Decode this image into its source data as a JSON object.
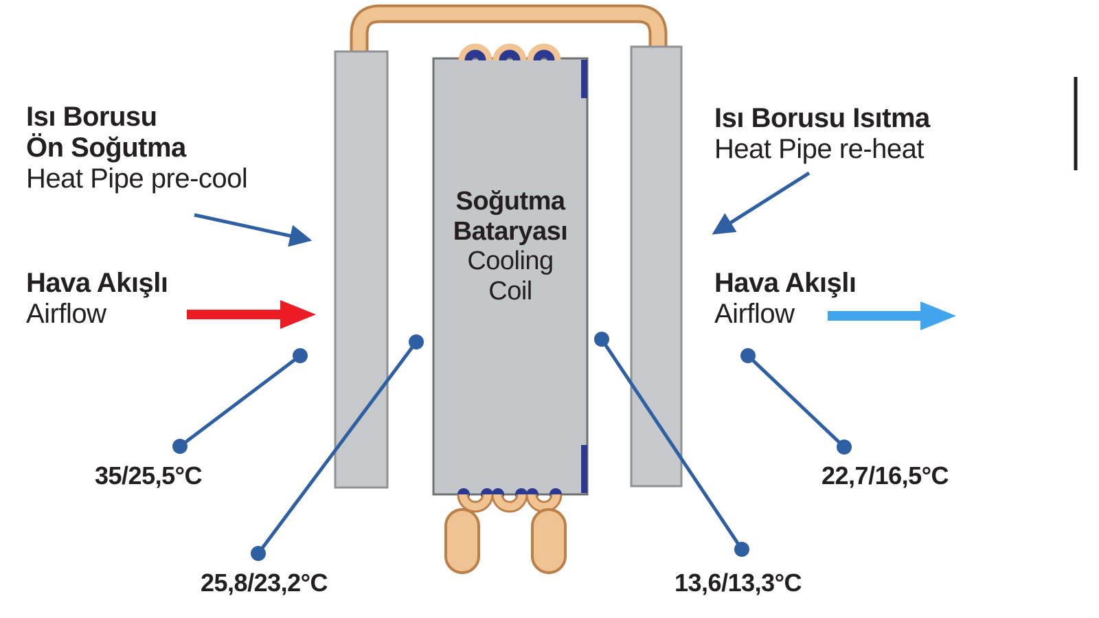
{
  "diagram": {
    "title_semantic": "Heat pipe pre-cool / re-heat around cooling coil schematic",
    "left_label": {
      "title_line1": "Isı Borusu",
      "title_line2": "Ön Soğutma",
      "subtitle": "Heat Pipe pre-cool"
    },
    "right_label": {
      "title": "Isı Borusu Isıtma",
      "subtitle": "Heat Pipe re-heat"
    },
    "airflow_in": {
      "title": "Hava Akışlı",
      "subtitle": "Airflow"
    },
    "airflow_out": {
      "title": "Hava Akışlı",
      "subtitle": "Airflow"
    },
    "coil_label": {
      "title_line1": "Soğutma",
      "title_line2": "Bataryası",
      "subtitle_line1": "Cooling",
      "subtitle_line2": "Coil"
    },
    "temperatures": [
      "35/25,5°C",
      "25,8/23,2°C",
      "13,6/13,3°C",
      "22,7/16,5°C"
    ],
    "colors": {
      "slab_fill": "#c6c8ca",
      "slab_border": "#8f9295",
      "coil_fill": "#c4c7c9",
      "coil_border": "#6d7072",
      "coil_accent_navy": "#2b3990",
      "copper_fill": "#f0c392",
      "copper_outline": "#bb7f49",
      "leader_blue": "#2e5fa3",
      "airflow_in_red": "#ec1c24",
      "airflow_out_blue": "#41a5ee",
      "text": "#231f20"
    }
  }
}
